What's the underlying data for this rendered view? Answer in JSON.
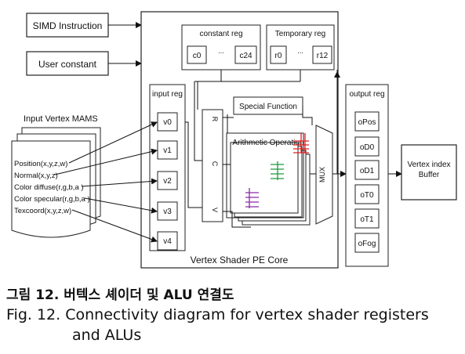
{
  "inputs": {
    "simd": "SIMD Instruction",
    "user_constant": "User constant"
  },
  "vertex_list": {
    "title": "Input Vertex MAMS",
    "items": [
      "Position(x,y,z,w)",
      "Normal(x,y,z)",
      "Color diffuse(r,g,b,a )",
      "Color specular(r,g,b,a )",
      "Texcoord(x,y,z,w)"
    ]
  },
  "core": {
    "label": "Vertex Shader PE Core",
    "constant_reg": {
      "title": "constant reg",
      "first": "c0",
      "dots": "...",
      "last": "c24"
    },
    "temp_reg": {
      "title": "Temporary reg",
      "first": "r0",
      "dots": "...",
      "last": "r12"
    },
    "input_reg": {
      "title": "input reg",
      "regs": [
        "v0",
        "v1",
        "v2",
        "v3",
        "v4"
      ]
    },
    "mux_sel": [
      "R",
      "C",
      "V"
    ],
    "special_function": "Special Function",
    "arithmetic": "Arithmetic Operation",
    "mux": "MUX"
  },
  "output_reg": {
    "title": "output reg",
    "regs": [
      "oPos",
      "oD0",
      "oD1",
      "oT0",
      "oT1",
      "oFog"
    ]
  },
  "buffer": "Vertex index Buffer",
  "caption": {
    "korean": "그림 12. 버텍스 셰이더 및 ALU 연결도",
    "english_line1": "Fig. 12. Connectivity diagram for vertex shader registers",
    "english_line2": "and ALUs"
  },
  "colors": {
    "red": "#e02020",
    "green": "#1a9a3a",
    "purple": "#8a2aa6"
  }
}
